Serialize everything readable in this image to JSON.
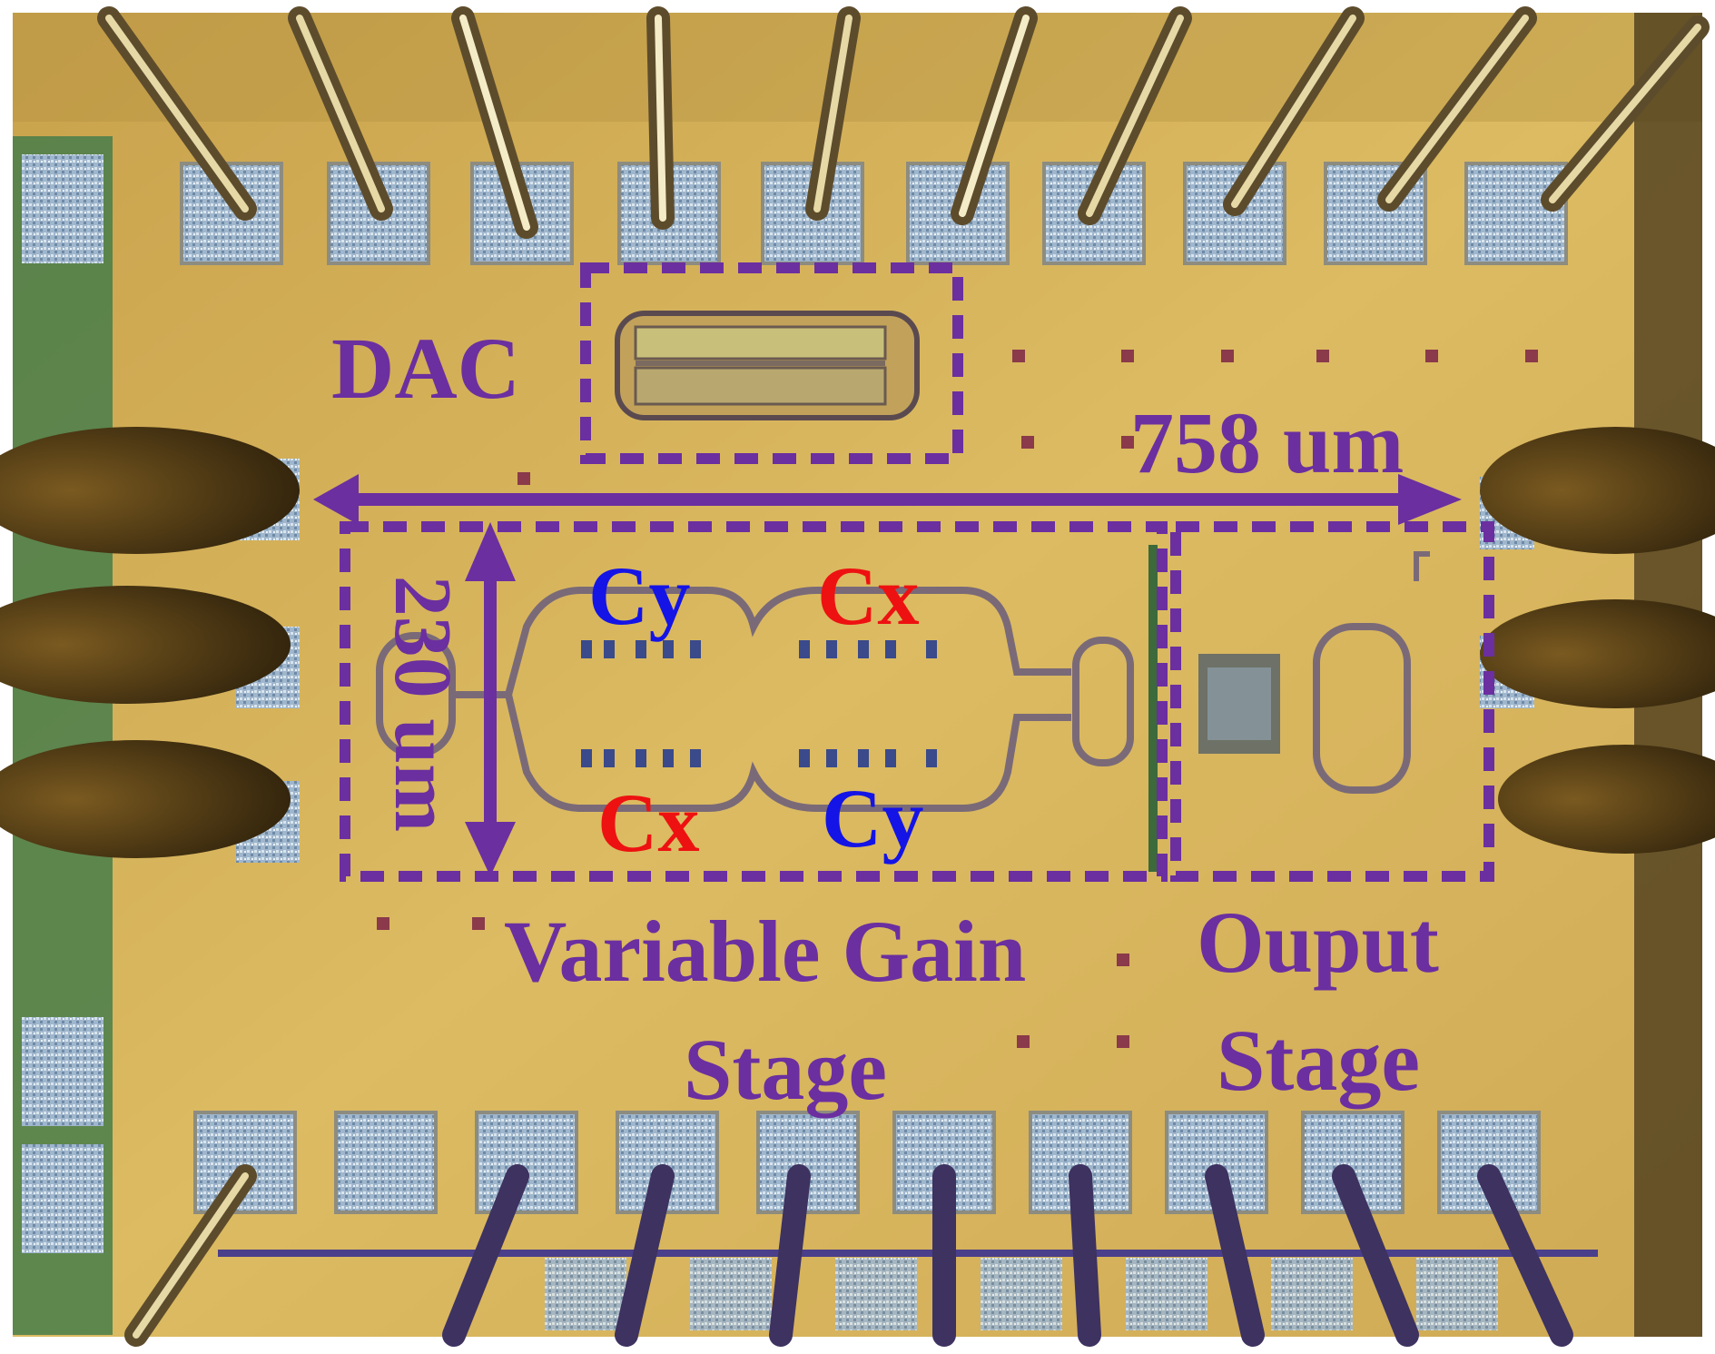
{
  "labels": {
    "dac": "DAC",
    "width_dimension": "758 um",
    "height_dimension": "230 um",
    "variable_gain_line1": "Variable Gain",
    "variable_gain_line2": "Stage",
    "output_line1": "Ouput",
    "output_line2": "Stage",
    "cy_top": "Cy",
    "cx_top": "Cx",
    "cx_bottom": "Cx",
    "cy_bottom": "Cy"
  },
  "colors": {
    "annotation_purple": "#6b2fa0",
    "cy_blue": "#1414e6",
    "cx_red": "#ee1111",
    "die_gold": "#d7b45a"
  }
}
